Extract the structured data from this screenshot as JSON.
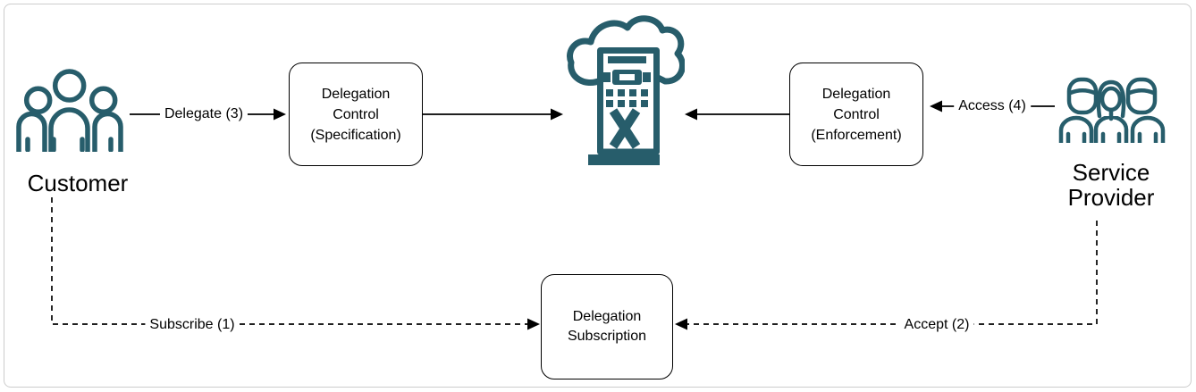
{
  "colors": {
    "accent_teal": "#275d6b",
    "connector": "#000000",
    "frame_border": "#cccccc",
    "background": "#ffffff"
  },
  "nodes": {
    "customer": {
      "label": "Customer",
      "icon": "people-group-icon"
    },
    "service_provider": {
      "lines": [
        "Service",
        "Provider"
      ],
      "icon": "team-people-icon"
    },
    "cloud_service": {
      "icon": "cloud-server-icon"
    },
    "delegation_control_specification": {
      "lines": [
        "Delegation",
        "Control",
        "(Specification)"
      ]
    },
    "delegation_control_enforcement": {
      "lines": [
        "Delegation",
        "Control",
        "(Enforcement)"
      ]
    },
    "delegation_subscription": {
      "lines": [
        "Delegation",
        "Subscription"
      ]
    }
  },
  "edges": {
    "delegate": {
      "label": "Delegate (3)",
      "style": "solid"
    },
    "access": {
      "label": "Access (4)",
      "style": "solid"
    },
    "subscribe": {
      "label": "Subscribe (1)",
      "style": "dashed"
    },
    "accept": {
      "label": "Accept (2)",
      "style": "dashed"
    },
    "specification_to_cloud": {
      "label": "",
      "style": "solid"
    },
    "enforcement_to_cloud": {
      "label": "",
      "style": "solid"
    }
  }
}
